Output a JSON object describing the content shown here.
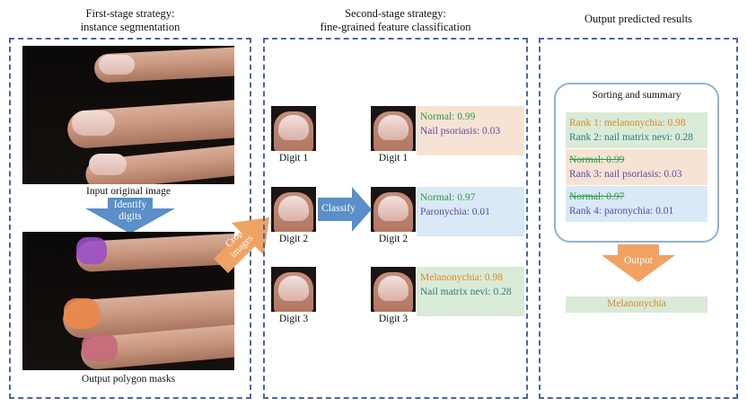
{
  "stage1": {
    "title_line1": "First-stage strategy:",
    "title_line2": "instance segmentation",
    "input_caption": "Input original image",
    "identify_label_line1": "Identify",
    "identify_label_line2": "digits",
    "mask_caption": "Output polygon masks"
  },
  "crop": {
    "line1": "Crop",
    "line2": "images"
  },
  "stage2": {
    "title_line1": "Second-stage strategy:",
    "title_line2": "fine-grained feature classification",
    "classify_label": "Classify",
    "digits": [
      {
        "left_caption": "Digit 1",
        "right_caption": "Digit 1",
        "result_line1": "Normal: 0.99",
        "result_line2": "Nail psoriasis: 0.03",
        "bg": "#f7e3d4"
      },
      {
        "left_caption": "Digit 2",
        "right_caption": "Digit 2",
        "result_line1": "Normal: 0.97",
        "result_line2": "Paronychia: 0.01",
        "bg": "#d9e9f5"
      },
      {
        "left_caption": "Digit 3",
        "right_caption": "Digit 3",
        "result_line1": "Melanonychia: 0.98",
        "result_line2": "Nail matrix nevi: 0.28",
        "bg": "#d9ebd6"
      }
    ]
  },
  "stage3": {
    "title": "Output predicted results",
    "summary_title": "Sorting and summary",
    "rows": [
      {
        "line1": "Rank 1: melanonychia: 0.98",
        "line2": "Rank 2: nail matrix nevi: 0.28",
        "bg": "#d9ebd6"
      },
      {
        "line1": "Normal: 0.99",
        "line2": "Rank 3: nail psoriasis: 0.03",
        "bg": "#f7e3d4"
      },
      {
        "line1": "Normal: 0.97",
        "line2": "Rank 4: paronychia: 0.01",
        "bg": "#d9e9f5"
      }
    ],
    "output_label": "Output",
    "final_result": "Melanonychia"
  },
  "colors": {
    "panel_border": "#4a66a8",
    "blue_arrow": "#5a8fc8",
    "orange_arrow": "#f0a262",
    "mask_purple": "#9b4fc8",
    "mask_orange": "#e9874a",
    "mask_pink": "#c46a7c",
    "green_text": "#2e9a46",
    "purple_text": "#5b4aa3"
  }
}
